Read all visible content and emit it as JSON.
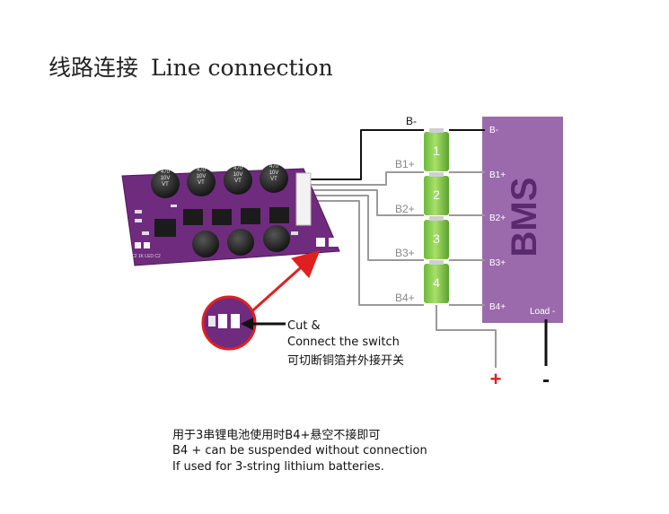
{
  "title": {
    "cn": "线路连接",
    "en": "Line connection"
  },
  "wire_labels": [
    "B-",
    "B1+",
    "B2+",
    "B3+",
    "B4+"
  ],
  "cells": [
    "1",
    "2",
    "3",
    "4"
  ],
  "bms": {
    "name": "BMS",
    "pins": [
      "B-",
      "B1+",
      "B2+",
      "B3+",
      "B4+"
    ],
    "load": "Load -",
    "color": "#9b6aac"
  },
  "terminals": {
    "plus": "+",
    "minus": "-"
  },
  "pcb": {
    "cap_label_lines": [
      "470",
      "10V",
      "VT"
    ],
    "silk_bottom": "C2  1K  LED  C2",
    "color": "#6f2b7e"
  },
  "callout": {
    "line1": "Cut &",
    "line2": "Connect the switch",
    "line3": "可切断铜箔并外接开关"
  },
  "note": {
    "cn": "用于3串锂电池使用时B4+悬空不接即可",
    "en1": "B4 + can be suspended without connection",
    "en2": "If used for 3-string lithium batteries."
  },
  "colors": {
    "cell": "#8fd14f",
    "wire": "#9a9a9a",
    "accent": "#e02020"
  }
}
